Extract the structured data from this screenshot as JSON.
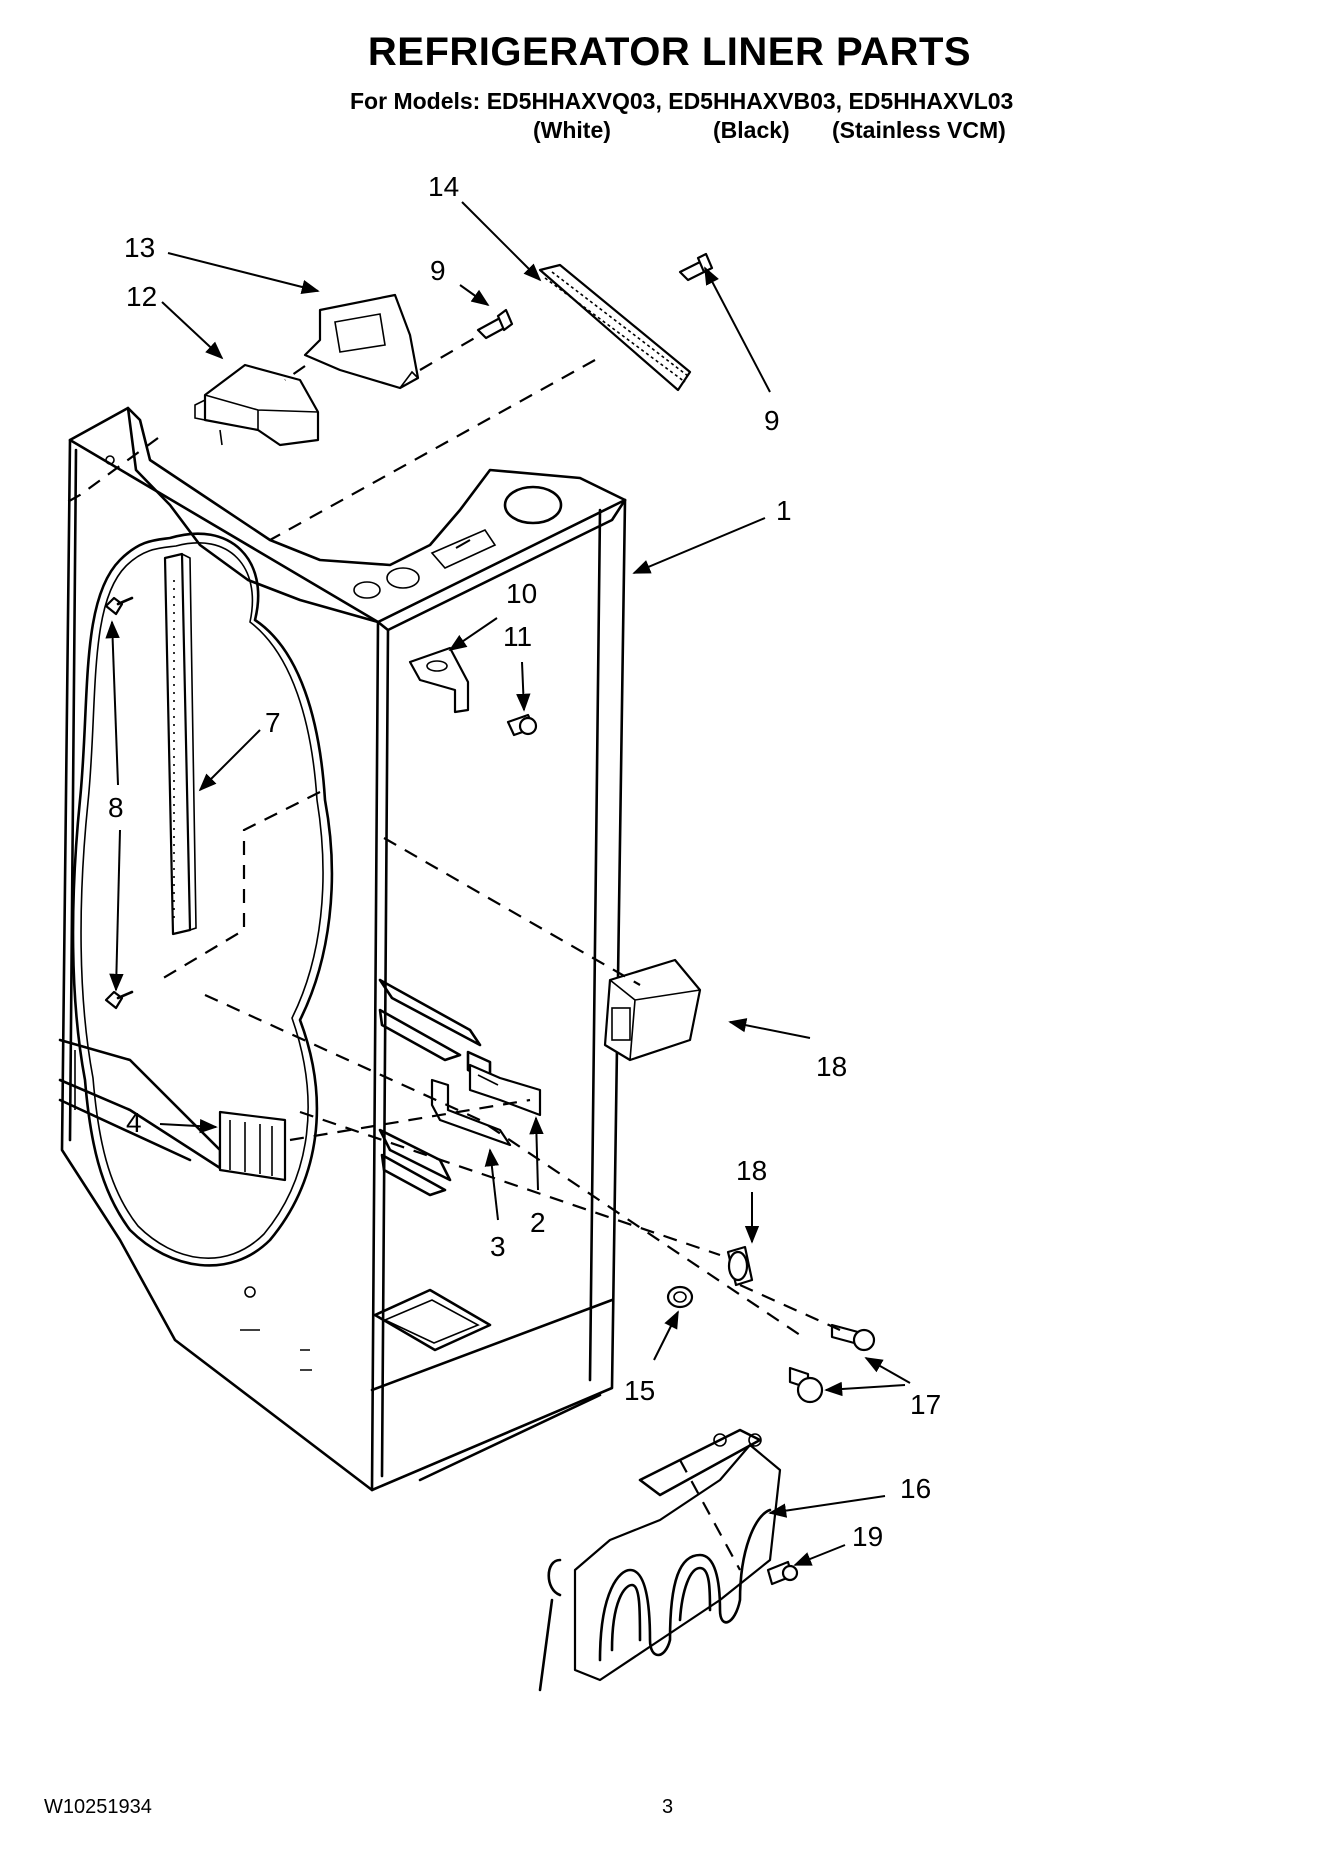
{
  "header": {
    "title": "REFRIGERATOR LINER PARTS",
    "models_line": "For Models: ED5HHAXVQ03, ED5HHAXVB03, ED5HHAXVL03",
    "variants": [
      "(White)",
      "(Black)",
      "(Stainless VCM)"
    ]
  },
  "callouts": {
    "c1": "1",
    "c2": "2",
    "c3": "3",
    "c4": "4",
    "c7": "7",
    "c8": "8",
    "c9a": "9",
    "c9b": "9",
    "c10": "10",
    "c11": "11",
    "c12": "12",
    "c13": "13",
    "c14": "14",
    "c15": "15",
    "c16": "16",
    "c17": "17",
    "c18a": "18",
    "c18b": "18",
    "c19": "19"
  },
  "footer": {
    "doc_number": "W10251934",
    "page_number": "3"
  }
}
